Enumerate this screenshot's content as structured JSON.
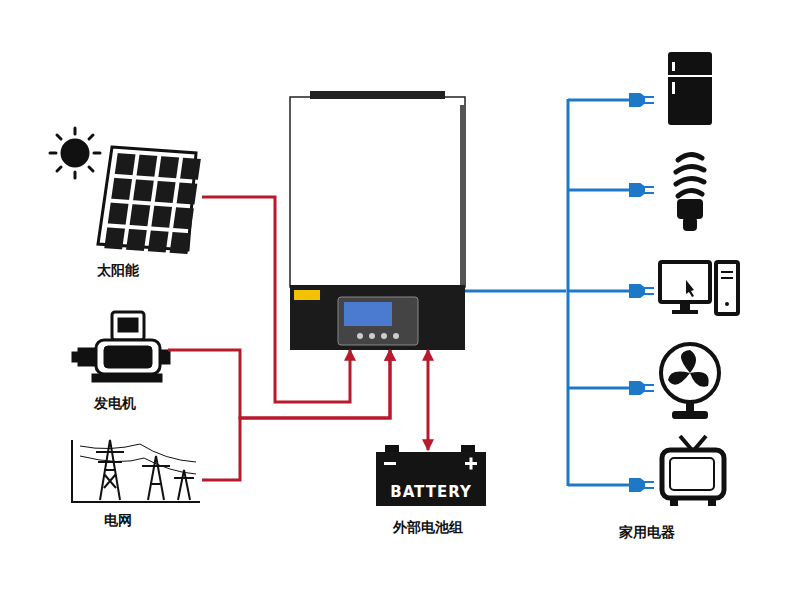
{
  "diagram": {
    "nodes": [
      {
        "text": [
          "太阳能"
        ]
      },
      {
        "text": []
      },
      {
        "text": [
          "发电机"
        ]
      },
      {
        "text": [
          "电网"
        ]
      },
      {
        "text": [
          "BATTERY",
          "外部电池组"
        ]
      },
      {
        "text": [
          "家用电器"
        ]
      }
    ],
    "edges": [
      {
        "from": 0,
        "to": 1,
        "arrow": "to"
      },
      {
        "from": 2,
        "to": 1,
        "arrow": "to"
      },
      {
        "from": 3,
        "to": 1,
        "arrow": "to"
      },
      {
        "from": 4,
        "to": 1,
        "arrow": "both"
      },
      {
        "from": 1,
        "to": 5,
        "arrow": "none"
      }
    ]
  }
}
